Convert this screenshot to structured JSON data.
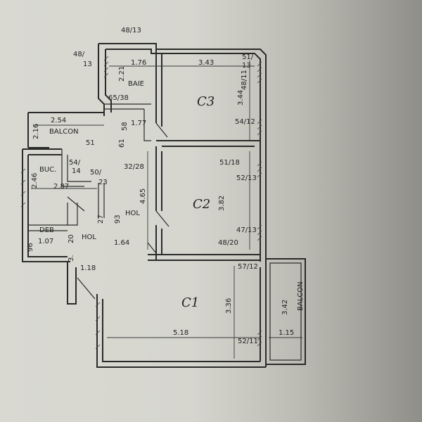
{
  "labels": {
    "top_48_13": "48/13",
    "left_48_13": "48/",
    "left_48_13b": "13",
    "d_176": "1.76",
    "d_343": "3.43",
    "p_51_13": "51/",
    "p_51_13b": "13",
    "p_48_11": "48/11",
    "d_221": "2.21",
    "baie": "BAIE",
    "p_65_38": "65/38",
    "c3": "C3",
    "d_344": "3.44",
    "d_254": "2.54",
    "d_216": "2.16",
    "balcon_top": "BALCON",
    "d_177": "1.77",
    "p_54_12": "54/12",
    "p_51": "51",
    "p_58": "58",
    "p_61": "61",
    "buc": "BUC.",
    "p_54_14": "54/",
    "p_54_14b": "14",
    "p_50_23": "50/",
    "p_50_23b": "23",
    "p_32_28": "32/28",
    "p_51_18": "51/18",
    "p_52_13": "52/13",
    "d_246": "2.46",
    "d_287": "2.87",
    "d_465": "4.65",
    "c2": "C2",
    "d_382": "3.82",
    "hol_mid": "HOL",
    "p_27": "27",
    "p_93": "93",
    "p_47_13": "47/13",
    "p_48_20": "48/20",
    "deb": "DEB",
    "d_107": "1.07",
    "d_96": "96",
    "p_20": "20",
    "hol_small": "HOL",
    "d_164": "1.64",
    "p_57_12": "57/12",
    "d_118": "1.18",
    "d_3": "3.",
    "c1": "C1",
    "d_336": "3.36",
    "d_342": "3.42",
    "balcon_right": "BALCON",
    "d_518": "5.18",
    "d_115": "1.15",
    "p_52_11": "52/11"
  }
}
